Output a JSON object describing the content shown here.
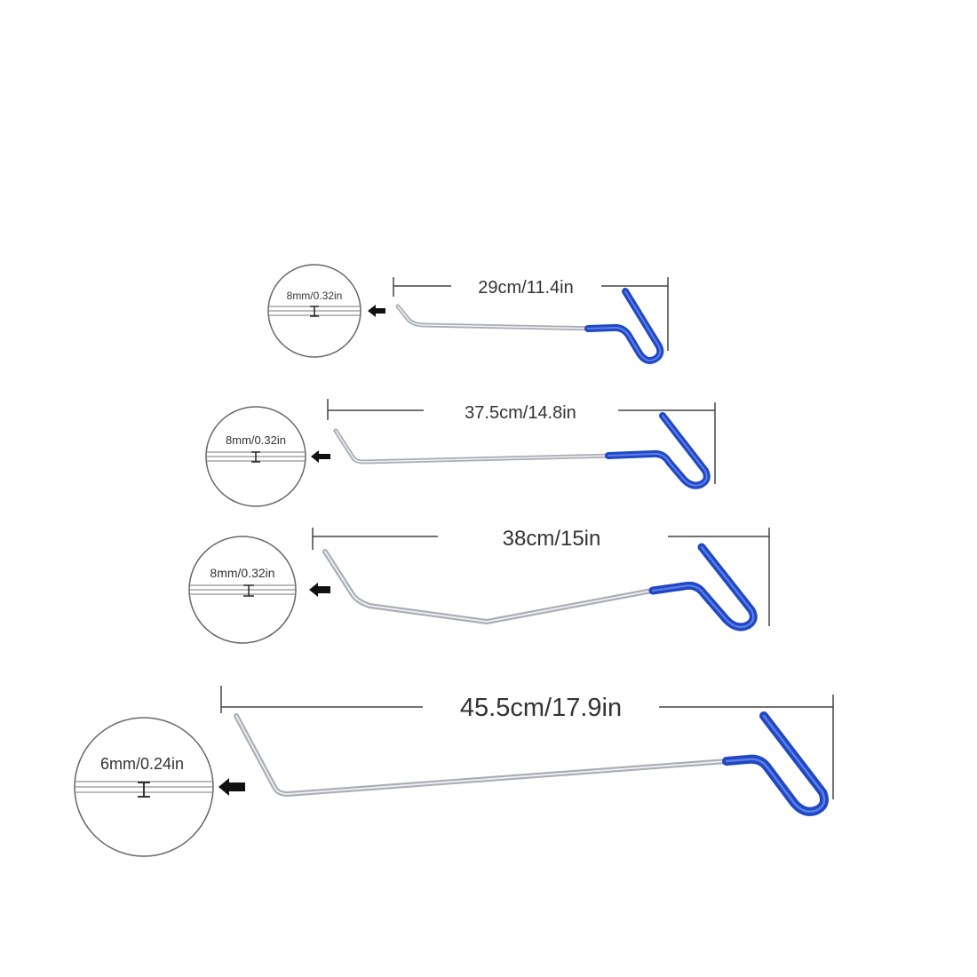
{
  "colors": {
    "background": "#ffffff",
    "rod": "#b9bcc2",
    "rod_highlight": "#eef0f3",
    "grip": "#2148c4",
    "grip_highlight": "#5b7fe6",
    "line": "#444444",
    "text": "#333333"
  },
  "tools": [
    {
      "length_label": "29cm/11.4in",
      "diameter_label": "8mm/0.32in"
    },
    {
      "length_label": "37.5cm/14.8in",
      "diameter_label": "8mm/0.32in"
    },
    {
      "length_label": "38cm/15in",
      "diameter_label": "8mm/0.32in"
    },
    {
      "length_label": "45.5cm/17.9in",
      "diameter_label": "6mm/0.24in"
    }
  ],
  "icons": {
    "pointer": "left-arrow-icon",
    "cross_section": "rod-cross-section-icon"
  }
}
